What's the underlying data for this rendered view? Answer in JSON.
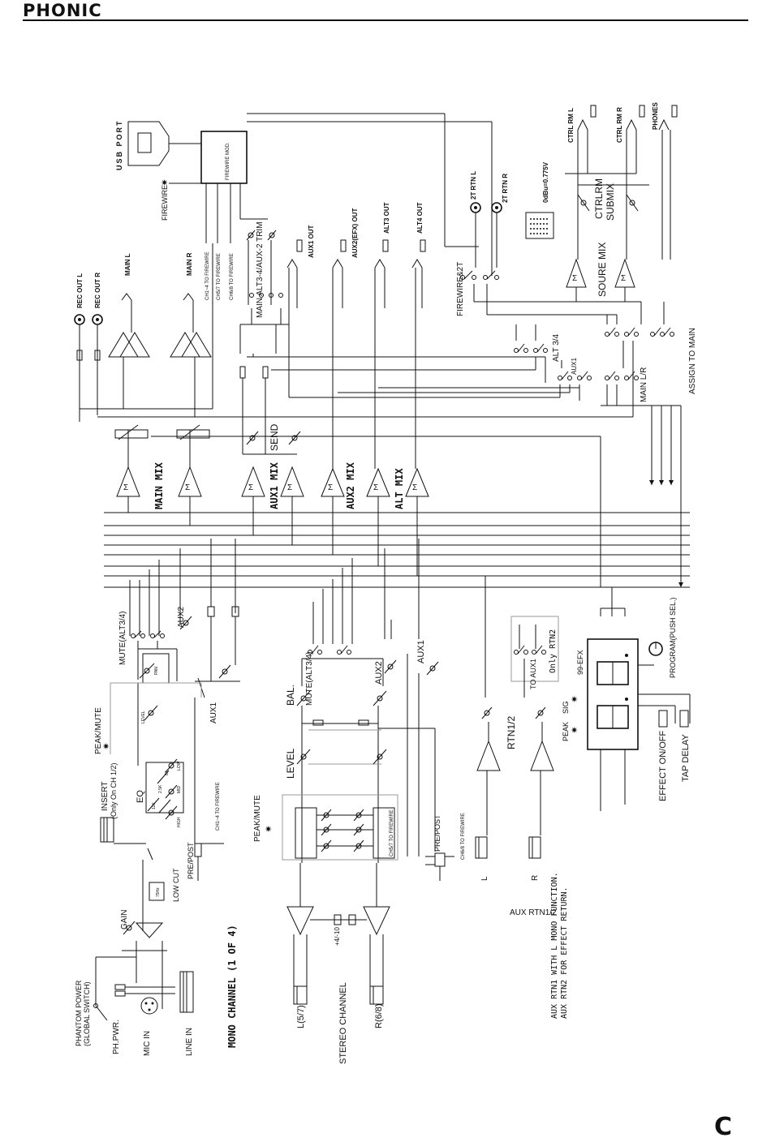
{
  "header": {
    "brand": "PHONIC"
  },
  "labels": {
    "usb_port": "USB PORT",
    "firewire": "FIREWIRE",
    "firewire_mod": "FIREWIRE MOD.",
    "ch14_to_fw": "CH1~4 TO FIREWIRE",
    "ch57_to_fw": "CH5/7 TO FIREWIRE",
    "ch68_to_fw": "CH6/8 TO FIREWIRE",
    "rec_out_l": "REC OUT L",
    "rec_out_r": "REC OUT R",
    "main_l": "MAIN L",
    "main_r": "MAIN R",
    "main_alt_aux_trim": "MAIN ALT3-4/AUX-2 TRIM",
    "aux1_out": "AUX1 OUT",
    "aux2efx_out": "AUX2(EFX) OUT",
    "alt3_out": "ALT3 OUT",
    "alt4_out": "ALT4 OUT",
    "rtn2t_l": "2T RTN L",
    "rtn2t_r": "2T RTN R",
    "odbu": "0dBu=0.775V",
    "ctrl_rm_l": "CTRL RM L",
    "ctrl_rm_r": "CTRL RM R",
    "phones": "PHONES",
    "ctrlrm": "CTRLRM",
    "submix": "SUBMIX",
    "soure_mix": "SOURE MIX",
    "firewire_2t": "FIREWIRE&2T",
    "alt34": "ALT 3/4",
    "aux1_sw": "AUX1",
    "main_lr": "MAIN L/R",
    "assign_main": "ASSIGN TO MAIN",
    "main_mix": "MAIN MIX",
    "aux1_mix": "AUX1 MIX",
    "send": "SEND",
    "aux2_mix": "AUX2 MIX",
    "alt_mix": "ALT MIX",
    "mute_alt_mono": "MUTE(ALT3/4)",
    "pan": "PAN",
    "aux2_mono": "AUX2",
    "aux1_mono": "AUX1",
    "level_mono": "LEVEL",
    "peak_mute_mono": "PEAK/MUTE",
    "insert": "INSERT",
    "only_ch12": "(Only On CH 1/2)",
    "eq": "EQ",
    "low": "LOW",
    "mid": "MID",
    "high": "HIGH",
    "eq_12k": "12K",
    "eq_25k": "2.5K",
    "eq_80": "80",
    "low_cut": "LOW CUT",
    "hz75": "75Hz",
    "pre_post_mono": "PRE/POST",
    "gain": "GAIN",
    "phantom": "PHANTOM POWER",
    "global_switch": "(GLOBAL SWITCH)",
    "ph_pwr": "PH.PWR.",
    "mic_in": "MIC IN",
    "line_in": "LINE IN",
    "mono_channel": "MONO CHANNEL (1 OF 4)",
    "mute_alt_stereo": "MUTE(ALT3/4)",
    "bal": "BAL.",
    "aux2_stereo": "AUX2",
    "aux1_stereo": "AUX1",
    "level_stereo": "LEVEL",
    "peak_mute_stereo": "PEAK/MUTE",
    "pre_post_stereo": "PRE/POST",
    "plus4_minus10": "+4/-10",
    "l57": "L(5/7)",
    "r68": "R(6/8)",
    "stereo_channel": "STEREO CHANNEL",
    "to_aux1": "TO AUX1",
    "only_rtn2": "Only RTN2",
    "rtn12": "RTN1/2",
    "sig": "SIG",
    "peak": "PEAK",
    "l": "L",
    "r": "R",
    "aux_rtn12": "AUX RTN1/2",
    "note1": "AUX RTN1 WITH L MONO FUNCTION.",
    "note2": "AUX RTN2 FOR EFFECT RETURN.",
    "efx99": "99-EFX",
    "program": "PROGRAM(PUSH SEL.)",
    "effect_onoff": "EFFECT ON/OFF",
    "tap_delay": "TAP DELAY"
  },
  "footer": {
    "glyph": "C"
  }
}
